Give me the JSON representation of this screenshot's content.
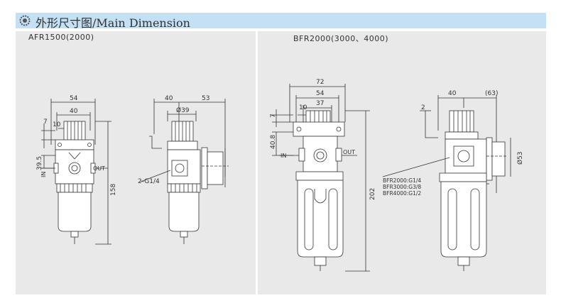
{
  "header": {
    "title": "外形尺寸图/Main Dimension"
  },
  "panels": {
    "left": {
      "label": "AFR1500(2000)",
      "front_dims": {
        "w54": "54",
        "w40": "40",
        "d10": "10",
        "d7": "7",
        "h395": "39.5",
        "h158": "158",
        "in": "IN",
        "out": "OUT"
      },
      "side_dims": {
        "d40": "40",
        "d53": "53",
        "d39": "Ø39",
        "port": "2-G1/4"
      }
    },
    "right": {
      "label": "BFR2000(3000、4000)",
      "front_dims": {
        "w72": "72",
        "w54": "54",
        "w37": "37",
        "d10": "10",
        "d7": "7",
        "h408": "40.8",
        "h202": "202",
        "in": "IN",
        "out": "OUT"
      },
      "side_dims": {
        "d40": "40",
        "d63": "(63)",
        "d2": "2",
        "d53": "Ø53"
      },
      "ports": [
        "BFR2000:G1/4",
        "BFR3000:G3/8",
        "BFR4000:G1/2"
      ]
    }
  }
}
